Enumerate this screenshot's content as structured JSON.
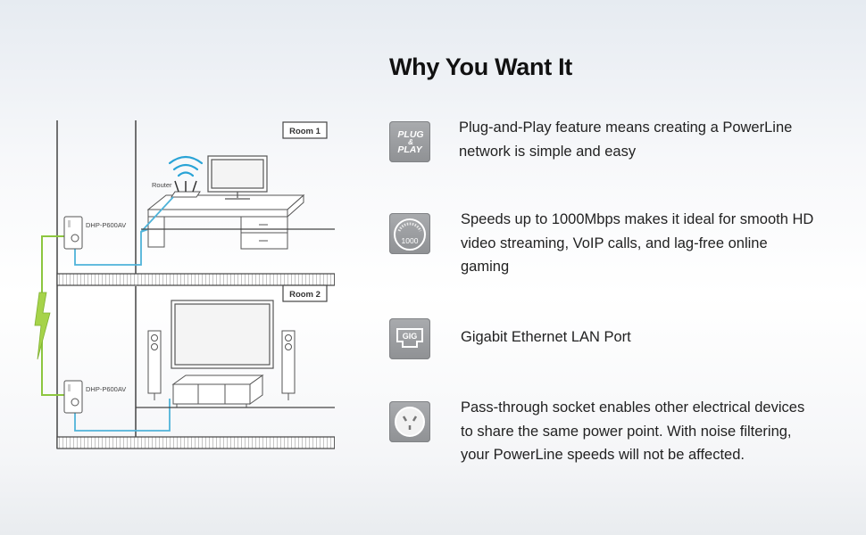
{
  "diagram": {
    "room1_label": "Room 1",
    "room2_label": "Room 2",
    "router_label": "Router",
    "adapter_label_top": "DHP-P600AV",
    "adapter_label_bottom": "DHP-P600AV"
  },
  "heading": "Why You Want It",
  "features": [
    {
      "icon": "plug-and-play-icon",
      "icon_text_1": "PLUG",
      "icon_text_2": "&",
      "icon_text_3": "PLAY",
      "text": "Plug-and-Play feature means creating a PowerLine network is simple and easy"
    },
    {
      "icon": "speedometer-icon",
      "icon_text": "1000",
      "text": "Speeds up to 1000Mbps makes it ideal for smooth HD video streaming, VoIP calls, and lag-free online gaming"
    },
    {
      "icon": "gigabit-port-icon",
      "icon_text": "GIG",
      "text": "Gigabit Ethernet LAN Port"
    },
    {
      "icon": "power-socket-icon",
      "text": "Pass-through socket enables other electrical devices to share the same power point. With noise filtering, your PowerLine speeds will not be affected."
    }
  ],
  "colors": {
    "network_cable": "#4fb3d9",
    "power_line": "#8cc63f",
    "wifi": "#29a3d6",
    "icon_bg": "#9b9da0"
  }
}
